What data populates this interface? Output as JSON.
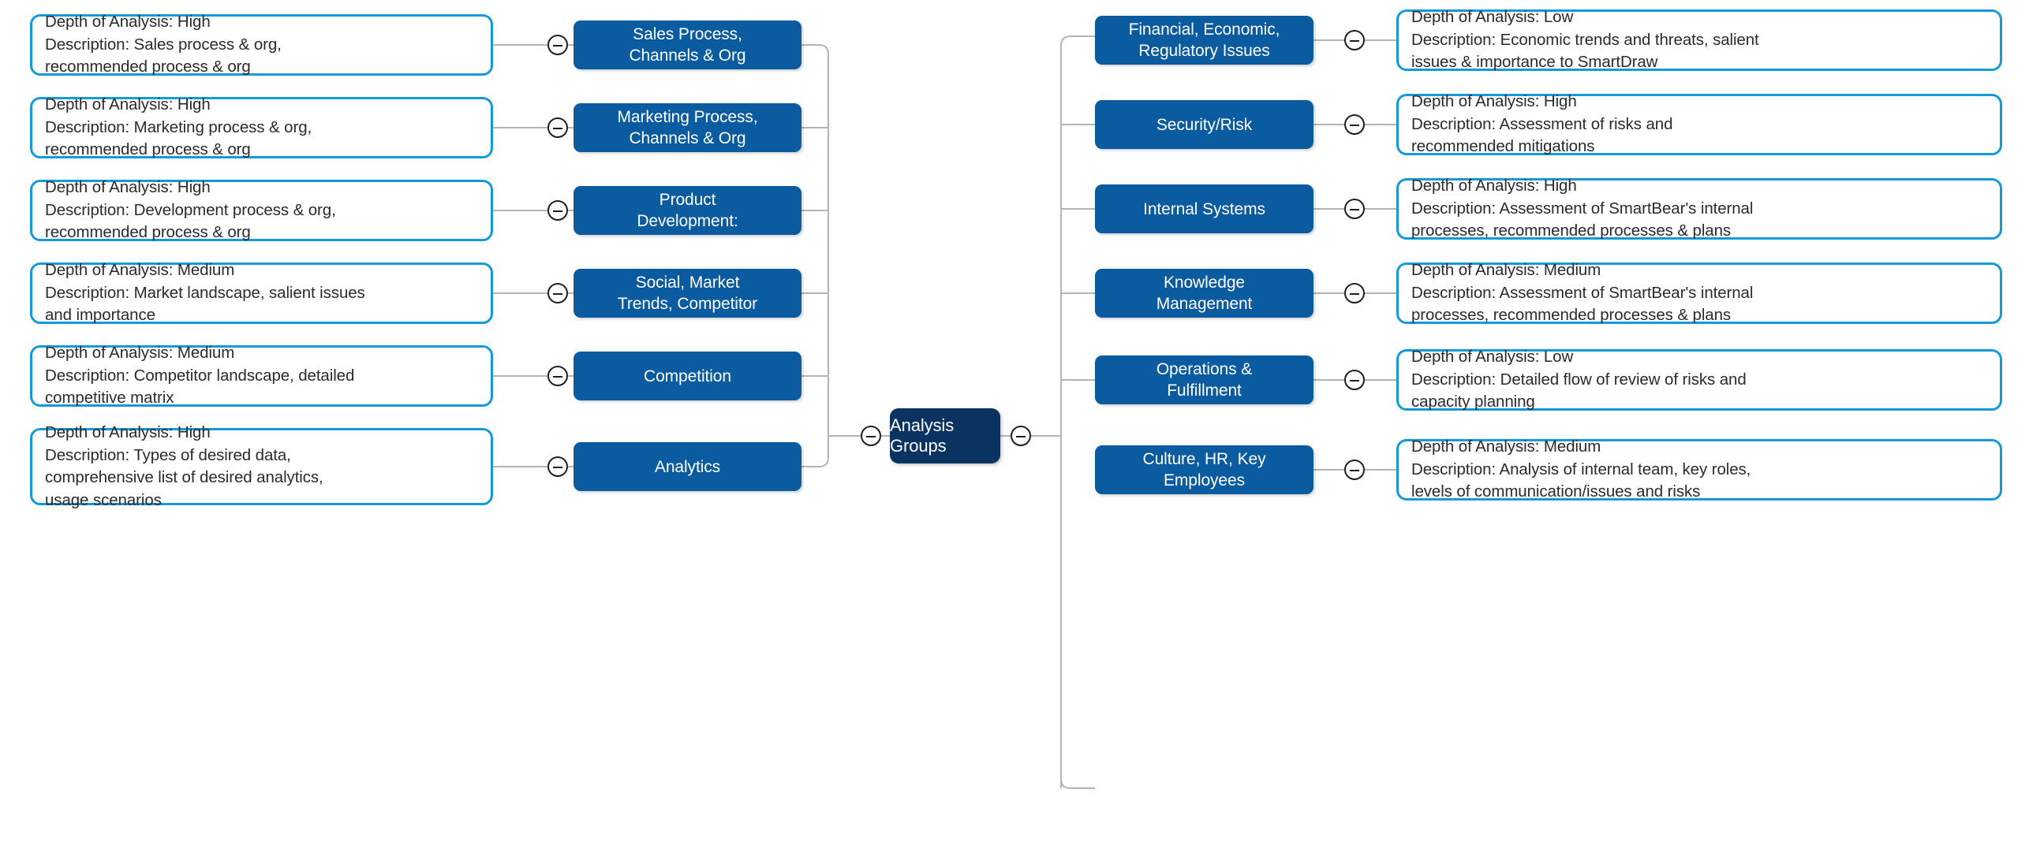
{
  "diagram": {
    "title": "Analysis Groups",
    "type": "mind-map",
    "colors": {
      "root_fill": "#0a3361",
      "topic_fill": "#0b5ba1",
      "desc_border": "#149ad9",
      "connector": "#b4b4b4",
      "text_dark": "#2b2b2b",
      "text_light": "#ffffff"
    },
    "root": {
      "label": "Analysis Groups"
    },
    "collapse_icon": "minus-circle-icon",
    "left_branches": [
      {
        "topic": "Sales Process,\nChannels & Org",
        "depth_label": "Depth of Analysis: High",
        "description": "Description: Sales process & org,\nrecommended process & org",
        "detail": "Depth of Analysis: High\nDescription: Sales process & org,\nrecommended process & org"
      },
      {
        "topic": "Marketing Process,\nChannels & Org",
        "depth_label": "Depth of Analysis: High",
        "description": "Description: Marketing process & org,\nrecommended process & org",
        "detail": "Depth of Analysis: High\nDescription: Marketing process & org,\nrecommended process & org"
      },
      {
        "topic": "Product\nDevelopment:",
        "depth_label": "Depth of Analysis: High",
        "description": "Description: Development process & org,\nrecommended process & org",
        "detail": "Depth of Analysis: High\nDescription: Development process & org,\nrecommended process & org"
      },
      {
        "topic": "Social, Market\nTrends, Competitor",
        "depth_label": "Depth of Analysis: Medium",
        "description": "Description: Market landscape, salient issues\nand importance",
        "detail": "Depth of Analysis: Medium\nDescription: Market landscape, salient issues\nand importance"
      },
      {
        "topic": "Competition",
        "depth_label": "Depth of Analysis: Medium",
        "description": "Description: Competitor landscape, detailed\ncompetitive matrix",
        "detail": "Depth of Analysis: Medium\nDescription: Competitor landscape, detailed\ncompetitive matrix"
      },
      {
        "topic": "Analytics",
        "depth_label": "Depth of Analysis: High",
        "description": "Description: Types of desired data,\ncomprehensive list of desired analytics,\nusage scenarios",
        "detail": "Depth of Analysis: High\nDescription: Types of desired data,\ncomprehensive list of desired analytics,\nusage scenarios"
      }
    ],
    "right_branches": [
      {
        "topic": "Financial, Economic,\nRegulatory Issues",
        "depth_label": "Depth of Analysis: Low",
        "description": "Description: Economic trends and threats, salient\nissues & importance to SmartDraw",
        "detail": "Depth of Analysis: Low\nDescription: Economic trends and threats, salient\nissues & importance to SmartDraw"
      },
      {
        "topic": "Security/Risk",
        "depth_label": "Depth of Analysis: High",
        "description": "Description: Assessment of risks and\nrecommended mitigations",
        "detail": "Depth of Analysis: High\nDescription: Assessment of risks and\nrecommended mitigations"
      },
      {
        "topic": "Internal Systems",
        "depth_label": "Depth of Analysis: High",
        "description": "Description: Assessment of SmartBear's internal\nprocesses, recommended processes & plans",
        "detail": "Depth of Analysis: High\nDescription: Assessment of SmartBear's internal\nprocesses, recommended processes & plans"
      },
      {
        "topic": "Knowledge\nManagement",
        "depth_label": "Depth of Analysis: Medium",
        "description": "Description: Assessment of SmartBear's internal\nprocesses, recommended processes & plans",
        "detail": "Depth of Analysis: Medium\nDescription: Assessment of SmartBear's internal\nprocesses, recommended processes & plans"
      },
      {
        "topic": "Operations &\nFulfillment",
        "depth_label": "Depth of Analysis: Low",
        "description": "Description: Detailed flow of review of risks and\ncapacity planning",
        "detail": "Depth of Analysis: Low\nDescription: Detailed flow of review of risks and\ncapacity planning"
      },
      {
        "topic": "Culture, HR, Key\nEmployees",
        "depth_label": "Depth of Analysis: Medium",
        "description": "Description: Analysis of internal team, key roles,\nlevels of communication/issues and risks",
        "detail": "Depth of Analysis: Medium\nDescription: Analysis of internal team, key roles,\nlevels of communication/issues and risks"
      }
    ]
  }
}
